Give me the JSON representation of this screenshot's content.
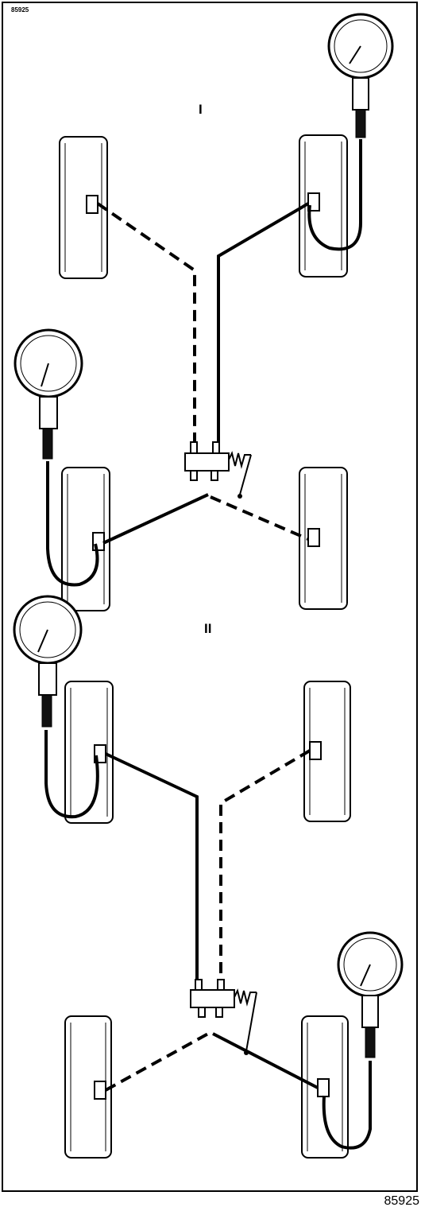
{
  "figure": {
    "small_ref": "85925",
    "number": "85925"
  },
  "configurations": [
    {
      "label": "I"
    },
    {
      "label": "II"
    }
  ],
  "legend": {
    "line_styles": [
      "solid",
      "dashed"
    ]
  }
}
